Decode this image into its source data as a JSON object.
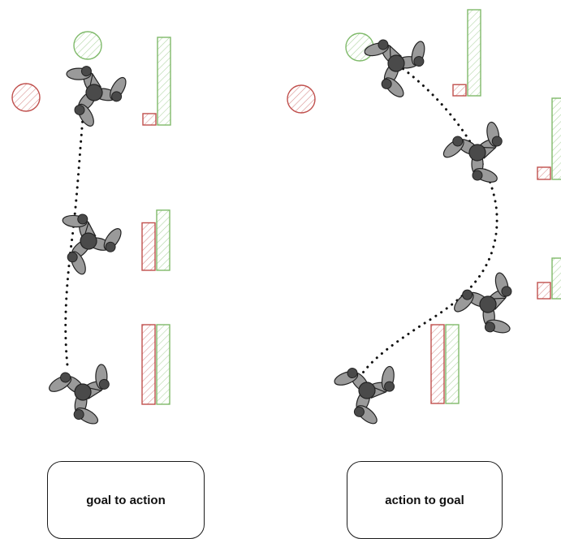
{
  "colors": {
    "green": "#7fba6a",
    "red": "#c0504d",
    "body_fill": "#9a9a9a",
    "joint_fill": "#4a4a4a",
    "outline": "#222222",
    "trajectory": "#111111"
  },
  "panels": [
    {
      "label": "goal to action",
      "bars": [
        {
          "red": 0.13,
          "green": 1.0
        },
        {
          "red": 0.75,
          "green": 0.95
        },
        {
          "red": 1.0,
          "green": 1.0
        }
      ]
    },
    {
      "label": "action to goal",
      "bars": [
        {
          "red": 0.13,
          "green": 1.0
        },
        {
          "red": 0.15,
          "green": 1.0
        },
        {
          "red": 0.4,
          "green": 1.0
        },
        {
          "red": 1.0,
          "green": 1.0
        }
      ]
    }
  ]
}
